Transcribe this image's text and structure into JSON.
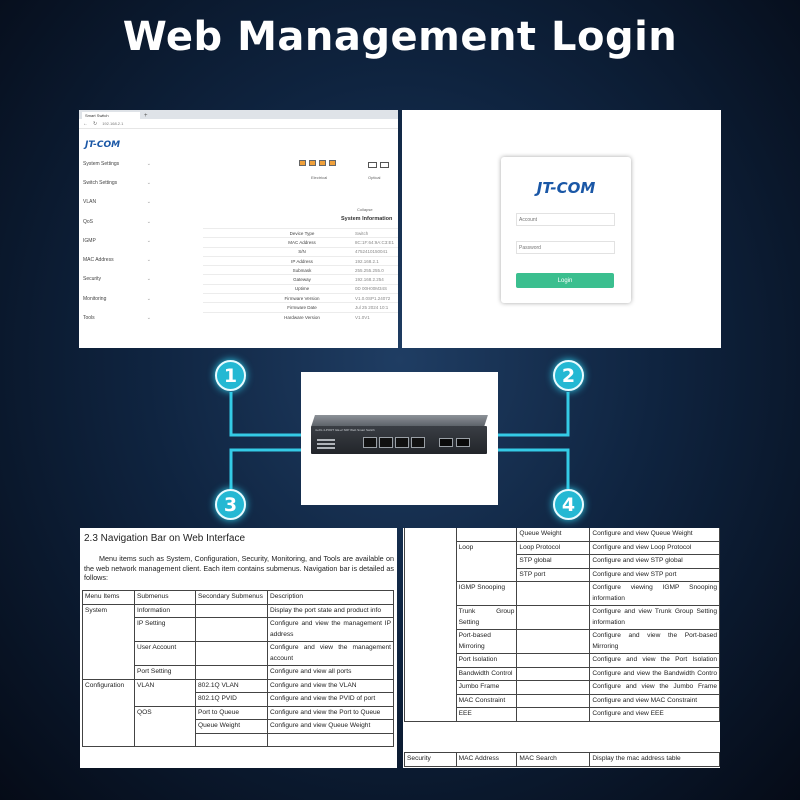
{
  "headline": "Web Management Login",
  "callouts": [
    "1",
    "2",
    "3",
    "4"
  ],
  "colors": {
    "callout": "#24b8d3",
    "brand": "#1a57a6",
    "login_button": "#3bbf8f"
  },
  "panel1": {
    "tab_title": "Smart Switch",
    "tab_plus": "+",
    "address": "192.168.2.1",
    "brand": "JT-COM",
    "nav": [
      "System Settings",
      "Switch Settings",
      "VLAN",
      "QoS",
      "IGMP",
      "MAC Address",
      "Security",
      "Monitoring",
      "Tools"
    ],
    "port_labels": {
      "electrical": "Electrical",
      "optical": "Optical"
    },
    "collapse": "Collapse",
    "sysinfo_title": "System Information",
    "sysinfo": [
      {
        "key": "Device Type",
        "value": "Switch"
      },
      {
        "key": "MAC Address",
        "value": "8C:1F:64:9A:C3:E1"
      },
      {
        "key": "S/N",
        "value": "4752410150041"
      },
      {
        "key": "IP Address",
        "value": "192.168.2.1"
      },
      {
        "key": "Submask",
        "value": "255.255.255.0"
      },
      {
        "key": "Gateway",
        "value": "192.168.2.254"
      },
      {
        "key": "Uptime",
        "value": "0D 00H00M34S"
      },
      {
        "key": "Firmware Version",
        "value": "V1.0.0SP1.24072"
      },
      {
        "key": "Firmware Date",
        "value": "Jul 25 2024 10:1"
      },
      {
        "key": "Hardware Version",
        "value": "V1.0V1"
      }
    ]
  },
  "panel2": {
    "brand": "JT-COM",
    "account_placeholder": "Account",
    "password_placeholder": "Password",
    "login_label": "Login"
  },
  "device": {
    "label": "4+2G 4-PORT GE+2 SFP Web Smart Switch"
  },
  "panel3": {
    "heading": "2.3 Navigation Bar on Web Interface",
    "paragraph": "Menu items such as System, Configuration, Security, Monitoring, and Tools are available on the web network management client. Each item contains submenus. Navigation bar is detailed as follows:",
    "header": [
      "Menu Items",
      "Submenus",
      "Secondary Submenus",
      "Description"
    ],
    "rows": {
      "system": "System",
      "information": "Information",
      "information_desc": "Display the port state and product info",
      "ip_setting": "IP Setting",
      "ip_setting_desc": "Configure and view the management IP address",
      "user_account": "User Account",
      "user_account_desc": "Configure and view the management account",
      "port_setting": "Port Setting",
      "port_setting_desc": "Configure and view all ports",
      "configuration": "Configuration",
      "vlan": "VLAN",
      "dot1q_vlan": "802.1Q VLAN",
      "dot1q_vlan_desc": "Configure and view the VLAN",
      "dot1q_vid": "802.1Q PVID",
      "dot1q_vid_desc": "Configure and view the PVID of port",
      "qos": "QOS",
      "port_to_queue": "Port to Queue",
      "port_to_queue_desc": "Configure and view the Port to Queue",
      "queue_weight": "Queue Weight",
      "queue_weight_desc": "Configure and view Queue Weight"
    }
  },
  "panel4": {
    "rows": {
      "queue_weight": "Queue Weight",
      "queue_weight_desc": "Configure and view Queue Weight",
      "loop": "Loop",
      "loop_protocol": "Loop Protocol",
      "loop_protocol_desc": "Configure and view Loop Protocol",
      "stp_global": "STP global",
      "stp_global_desc": "Configure and view STP global",
      "stp_port": "STP port",
      "stp_port_desc": "Configure and view STP port",
      "igmp": "IGMP Snooping",
      "igmp_desc": "Configure viewing IGMP Snooping information",
      "trunk": "Trunk Group Setting",
      "trunk_desc": "Configure and view Trunk Group Setting information",
      "mirroring": "Port-based Mirroring",
      "mirroring_desc": "Configure and view the Port-based Mirroring",
      "isolation": "Port Isolation",
      "isolation_desc": "Configure and view the Port Isolation",
      "bandwidth": "Bandwidth Control",
      "bandwidth_desc": "Configure and view the Bandwidth Contro",
      "jumbo": "Jumbo Frame",
      "jumbo_desc": "Configure and view the Jumbo Frame",
      "mac_constraint": "MAC Constraint",
      "mac_constraint_desc": "Configure and view MAC Constraint",
      "eee": "EEE",
      "eee_desc": "Configure and view EEE",
      "security": "Security",
      "mac_address": "MAC Address",
      "mac_search": "MAC Search",
      "mac_search_desc": "Display the mac address table"
    }
  }
}
